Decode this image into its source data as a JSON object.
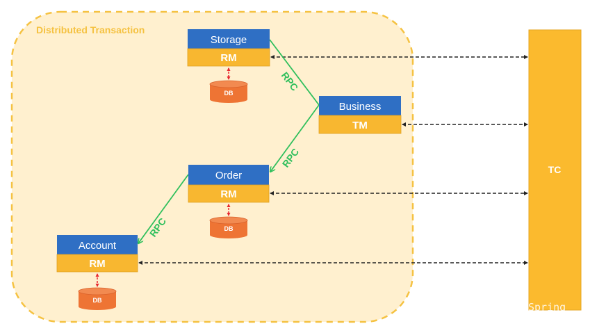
{
  "diagram": {
    "group_title": "Distributed Transaction",
    "colors": {
      "group_fill": "#fff0cf",
      "group_border": "#f5c242",
      "group_title": "#f5c242",
      "service_top": "#2f6fc4",
      "service_bottom": "#f8b730",
      "db_fill": "#ee7434",
      "rpc_line": "#2fbf5c",
      "db_link": "#e8262e",
      "dashed_link": "#222222",
      "tc_fill": "#fbba2e",
      "label_text": "#ffffff"
    },
    "nodes": [
      {
        "id": "storage",
        "name": "Storage",
        "role": "RM",
        "has_db": true
      },
      {
        "id": "business",
        "name": "Business",
        "role": "TM",
        "has_db": false
      },
      {
        "id": "order",
        "name": "Order",
        "role": "RM",
        "has_db": true
      },
      {
        "id": "account",
        "name": "Account",
        "role": "RM",
        "has_db": true
      }
    ],
    "db_label": "DB",
    "coordinator": {
      "id": "tc",
      "label": "TC"
    },
    "rpc_edges": [
      {
        "from": "storage",
        "to": "business",
        "label": "RPC"
      },
      {
        "from": "business",
        "to": "order",
        "label": "RPC"
      },
      {
        "from": "order",
        "to": "account",
        "label": "RPC"
      }
    ],
    "tc_edges": [
      {
        "from": "storage",
        "to": "tc"
      },
      {
        "from": "business",
        "to": "tc"
      },
      {
        "from": "order",
        "to": "tc"
      },
      {
        "from": "account",
        "to": "tc"
      }
    ],
    "watermark": "Spring"
  }
}
